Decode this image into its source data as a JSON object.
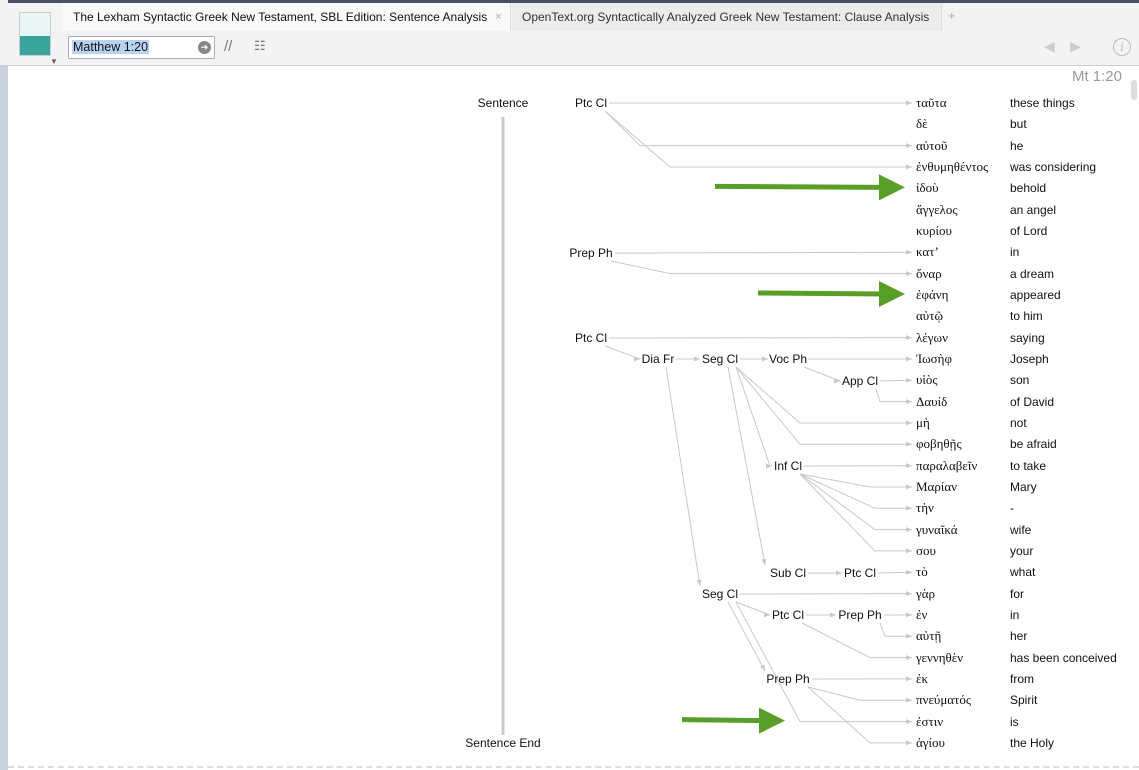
{
  "tabs": [
    {
      "label": "The Lexham Syntactic Greek New Testament, SBL Edition: Sentence Analysis",
      "close": "×"
    },
    {
      "label": "OpenText.org Syntactically Analyzed Greek New Testament: Clause Analysis"
    }
  ],
  "new_tab": "+",
  "reference_input": "Matthew 1:20",
  "toolbar": {
    "go": "➜",
    "parallel": "//",
    "layout": "☷",
    "back": "◀",
    "forward": "▶",
    "info": "i"
  },
  "passage_ref": "Mt 1:20",
  "nodes": [
    "Sentence",
    "Ptc Cl",
    "Prep Ph",
    "Ptc Cl",
    "Dia Fr",
    "Seg Cl",
    "Voc Ph",
    "App Cl",
    "Inf Cl",
    "Sub Cl",
    "Ptc Cl",
    "Seg Cl",
    "Ptc Cl",
    "Prep Ph",
    "Prep Ph",
    "Sentence End"
  ],
  "words": [
    {
      "greek": "ταῦτα",
      "gloss": "these things"
    },
    {
      "greek": "δὲ",
      "gloss": "but"
    },
    {
      "greek": "αὐτοῦ",
      "gloss": "he"
    },
    {
      "greek": "ἐνθυμηθέντος",
      "gloss": "was considering"
    },
    {
      "greek": "ἰδοὺ",
      "gloss": "behold"
    },
    {
      "greek": "ἄγγελος",
      "gloss": "an angel"
    },
    {
      "greek": "κυρίου",
      "gloss": "of  Lord"
    },
    {
      "greek": "κατʼ",
      "gloss": "in"
    },
    {
      "greek": "ὄναρ",
      "gloss": "a dream"
    },
    {
      "greek": "ἐφάνη",
      "gloss": "appeared"
    },
    {
      "greek": "αὐτῷ",
      "gloss": "to him"
    },
    {
      "greek": "λέγων",
      "gloss": "saying"
    },
    {
      "greek": "Ἰωσὴφ",
      "gloss": "Joseph"
    },
    {
      "greek": "υἱὸς",
      "gloss": "son"
    },
    {
      "greek": "Δαυίδ",
      "gloss": "of David"
    },
    {
      "greek": "μὴ",
      "gloss": "not"
    },
    {
      "greek": "φοβηθῇς",
      "gloss": "be afraid"
    },
    {
      "greek": "παραλαβεῖν",
      "gloss": "to take"
    },
    {
      "greek": "Μαρίαν",
      "gloss": "Mary"
    },
    {
      "greek": "τὴν",
      "gloss": "-"
    },
    {
      "greek": "γυναῖκά",
      "gloss": "wife"
    },
    {
      "greek": "σου",
      "gloss": "your"
    },
    {
      "greek": "τὸ",
      "gloss": "what"
    },
    {
      "greek": "γὰρ",
      "gloss": "for"
    },
    {
      "greek": "ἐν",
      "gloss": "in"
    },
    {
      "greek": "αὐτῇ",
      "gloss": "her"
    },
    {
      "greek": "γεννηθὲν",
      "gloss": "has been conceived"
    },
    {
      "greek": "ἐκ",
      "gloss": "from"
    },
    {
      "greek": "πνεύματός",
      "gloss": "Spirit"
    },
    {
      "greek": "ἐστιν",
      "gloss": "is"
    },
    {
      "greek": "ἁγίου",
      "gloss": "the Holy"
    }
  ],
  "highlight_rows": [
    4,
    9,
    29
  ],
  "colors": {
    "arrow": "#5a9e2a",
    "line": "#c8c8c8"
  }
}
